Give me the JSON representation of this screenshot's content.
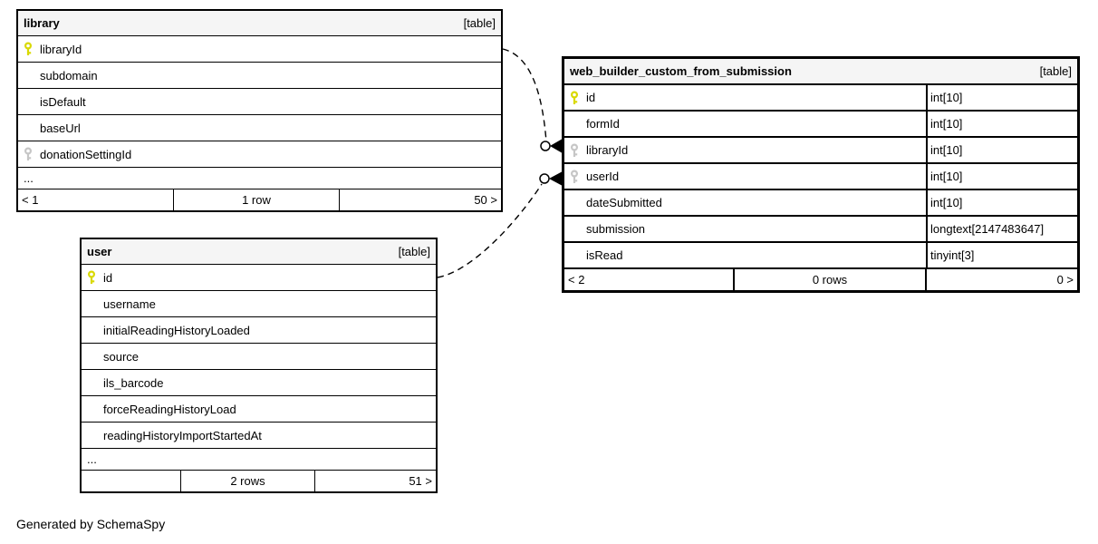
{
  "page": {
    "credit": "Generated by SchemaSpy"
  },
  "colors": {
    "primary_key": "#d9d900",
    "foreign_key": "#c6c6c6",
    "header_bg": "#f5f5f5",
    "border": "#000000",
    "relation_line": "#000000"
  },
  "tables": {
    "library": {
      "title": "library",
      "tag": "[table]",
      "columns": [
        {
          "name": "libraryId",
          "key": "primary-key-icon"
        },
        {
          "name": "subdomain",
          "key": "none"
        },
        {
          "name": "isDefault",
          "key": "none"
        },
        {
          "name": "baseUrl",
          "key": "none"
        },
        {
          "name": "donationSettingId",
          "key": "foreign-key-icon"
        }
      ],
      "ellipsis": "...",
      "footer": {
        "left": "< 1",
        "center": "1 row",
        "right": "50 >"
      }
    },
    "user": {
      "title": "user",
      "tag": "[table]",
      "columns": [
        {
          "name": "id",
          "key": "primary-key-icon"
        },
        {
          "name": "username",
          "key": "none"
        },
        {
          "name": "initialReadingHistoryLoaded",
          "key": "none"
        },
        {
          "name": "source",
          "key": "none"
        },
        {
          "name": "ils_barcode",
          "key": "none"
        },
        {
          "name": "forceReadingHistoryLoad",
          "key": "none"
        },
        {
          "name": "readingHistoryImportStartedAt",
          "key": "none"
        }
      ],
      "ellipsis": "...",
      "footer": {
        "left": "",
        "center": "2 rows",
        "right": "51 >"
      }
    },
    "web_builder_custom_from_submission": {
      "title": "web_builder_custom_from_submission",
      "tag": "[table]",
      "columns": [
        {
          "name": "id",
          "type": "int[10]",
          "key": "primary-key-icon"
        },
        {
          "name": "formId",
          "type": "int[10]",
          "key": "none"
        },
        {
          "name": "libraryId",
          "type": "int[10]",
          "key": "foreign-key-icon"
        },
        {
          "name": "userId",
          "type": "int[10]",
          "key": "foreign-key-icon"
        },
        {
          "name": "dateSubmitted",
          "type": "int[10]",
          "key": "none"
        },
        {
          "name": "submission",
          "type": "longtext[2147483647]",
          "key": "none"
        },
        {
          "name": "isRead",
          "type": "tinyint[3]",
          "key": "none"
        }
      ],
      "footer": {
        "left": "< 2",
        "center": "0 rows",
        "right": "0 >"
      }
    }
  },
  "relationships": [
    {
      "from": "library.libraryId",
      "to": "web_builder_custom_from_submission.libraryId"
    },
    {
      "from": "user.id",
      "to": "web_builder_custom_from_submission.userId"
    }
  ]
}
